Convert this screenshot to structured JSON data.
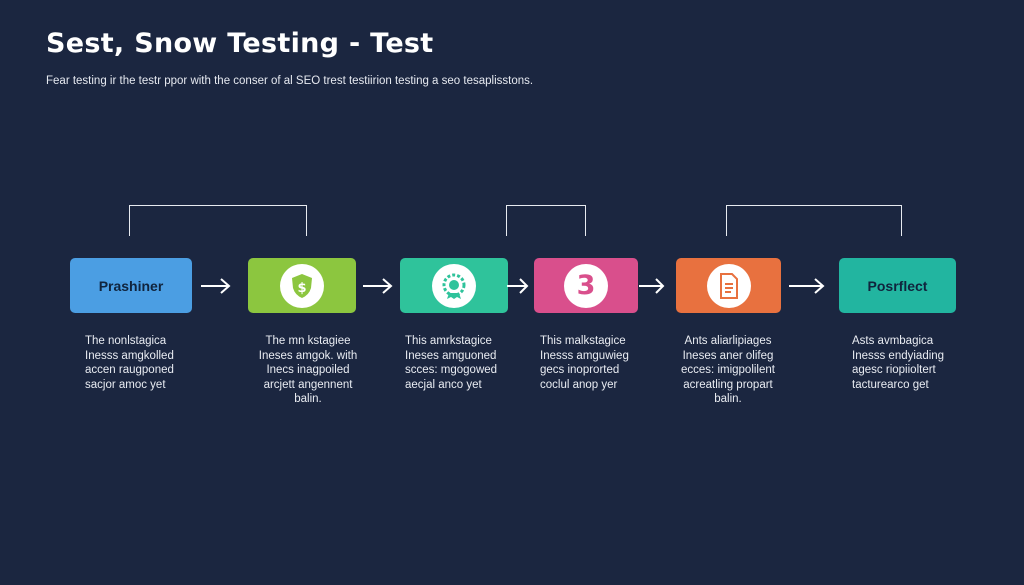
{
  "header": {
    "title": "Sest, Snow Testing - Test",
    "subtitle": "Fear testing ir the testr ppor with the conser of al SEO trest testiirion testing a seo tesaplisstons."
  },
  "steps": [
    {
      "label": "Prashiner",
      "icon": "",
      "color": "#4b9ee3",
      "desc": [
        "The nonlstagica",
        "Inesss amgkolled",
        "accen raugponed",
        "sacjor amoc yet"
      ]
    },
    {
      "label": "",
      "icon": "dollar-shield-icon",
      "color": "#8cc63f",
      "desc": [
        "The mn kstagiee",
        "Ineses amgok. with",
        "Inecs inagpoiled",
        "arcjett angennent",
        "balin."
      ]
    },
    {
      "label": "",
      "icon": "badge-icon",
      "color": "#2fc39b",
      "desc": [
        "This amrkstagice",
        "Ineses amguoned",
        "scces: mgogowed",
        "aecjal anco yet"
      ]
    },
    {
      "label": "",
      "number": "3",
      "icon": "number-icon",
      "color": "#d94f8c",
      "desc": [
        "This malkstagice",
        "Inesss amguwieg",
        "gecs inoprorted",
        "coclul anop yer"
      ]
    },
    {
      "label": "",
      "icon": "document-icon",
      "color": "#e8713f",
      "desc": [
        "Ants aliarlipiages",
        "Ineses aner olifeg",
        "ecces: imigpolilent",
        "acreatling propart",
        "balin."
      ]
    },
    {
      "label": "Posrflect",
      "icon": "",
      "color": "#22b5a0",
      "desc": [
        "Asts avmbagica",
        "Inesss endyiading",
        "agesc riopiioltert",
        "tacturearco get"
      ]
    }
  ]
}
